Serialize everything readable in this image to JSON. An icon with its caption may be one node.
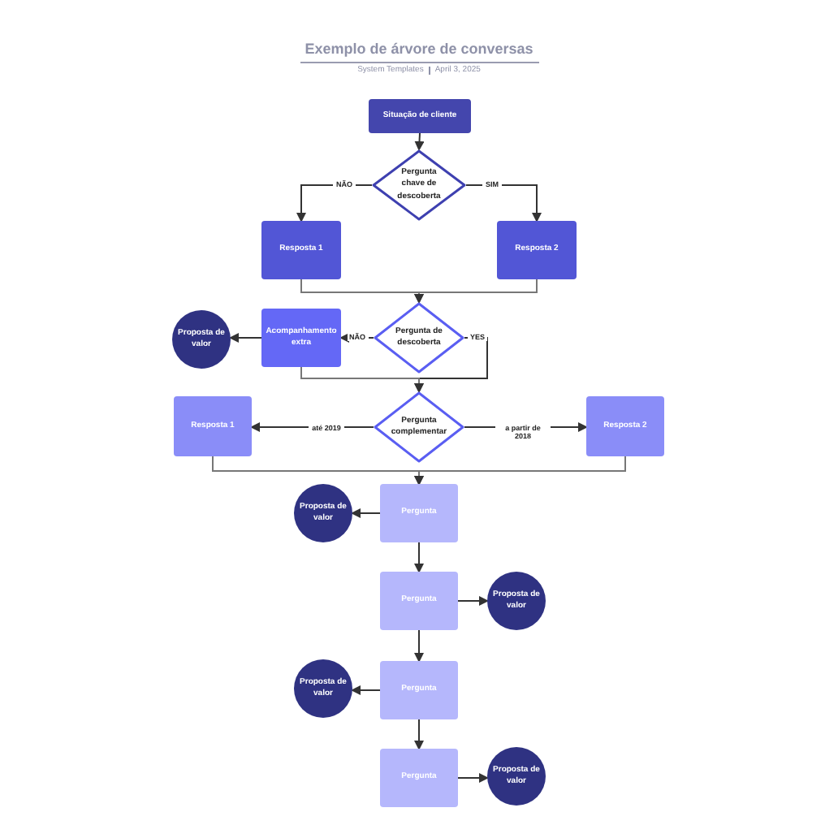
{
  "diagram": {
    "title": "Exemplo de árvore de conversas",
    "nodes": [
      {
        "text": [
          "Situação de cliente"
        ]
      },
      {
        "text": [
          "Pergunta chave de descoberta"
        ]
      },
      {
        "text": [
          "Resposta 1"
        ]
      },
      {
        "text": [
          "Resposta 2"
        ]
      },
      {
        "text": [
          "Pergunta de descoberta"
        ]
      },
      {
        "text": [
          "Acompanhamento extra"
        ]
      },
      {
        "text": [
          "Proposta de valor"
        ]
      },
      {
        "text": [
          "Pergunta complementar"
        ]
      },
      {
        "text": [
          "Resposta 1"
        ]
      },
      {
        "text": [
          "Resposta 2"
        ]
      },
      {
        "text": [
          "Pergunta"
        ]
      },
      {
        "text": [
          "Proposta de valor"
        ]
      },
      {
        "text": [
          "Pergunta"
        ]
      },
      {
        "text": [
          "Proposta de valor"
        ]
      },
      {
        "text": [
          "Pergunta"
        ]
      },
      {
        "text": [
          "Proposta de valor"
        ]
      },
      {
        "text": [
          "Pergunta"
        ]
      },
      {
        "text": [
          "Proposta de valor"
        ]
      }
    ],
    "edges": [
      {
        "from": 0,
        "to": 1,
        "arrow": "to"
      },
      {
        "from": 1,
        "to": 2,
        "arrow": "to",
        "label": "NÃO"
      },
      {
        "from": 1,
        "to": 3,
        "arrow": "to",
        "label": "SIM"
      },
      {
        "from": 2,
        "to": 4,
        "arrow": "to"
      },
      {
        "from": 3,
        "to": 4,
        "arrow": "to"
      },
      {
        "from": 4,
        "to": 5,
        "arrow": "to",
        "label": "NÃO"
      },
      {
        "from": 5,
        "to": 6,
        "arrow": "to"
      },
      {
        "from": 4,
        "to": 7,
        "arrow": "to",
        "label": "YES"
      },
      {
        "from": 5,
        "to": 7,
        "arrow": "to"
      },
      {
        "from": 7,
        "to": 8,
        "arrow": "to",
        "label": "até 2019"
      },
      {
        "from": 7,
        "to": 9,
        "arrow": "to",
        "label": "a partir de 2018"
      },
      {
        "from": 8,
        "to": 10,
        "arrow": "to"
      },
      {
        "from": 9,
        "to": 10,
        "arrow": "to"
      },
      {
        "from": 10,
        "to": 11,
        "arrow": "to"
      },
      {
        "from": 10,
        "to": 12,
        "arrow": "to"
      },
      {
        "from": 12,
        "to": 13,
        "arrow": "to"
      },
      {
        "from": 12,
        "to": 14,
        "arrow": "to"
      },
      {
        "from": 14,
        "to": 15,
        "arrow": "to"
      },
      {
        "from": 14,
        "to": 16,
        "arrow": "to"
      },
      {
        "from": 16,
        "to": 17,
        "arrow": "to"
      }
    ],
    "labels": [
      "System Templates",
      "April 3, 2025"
    ]
  }
}
